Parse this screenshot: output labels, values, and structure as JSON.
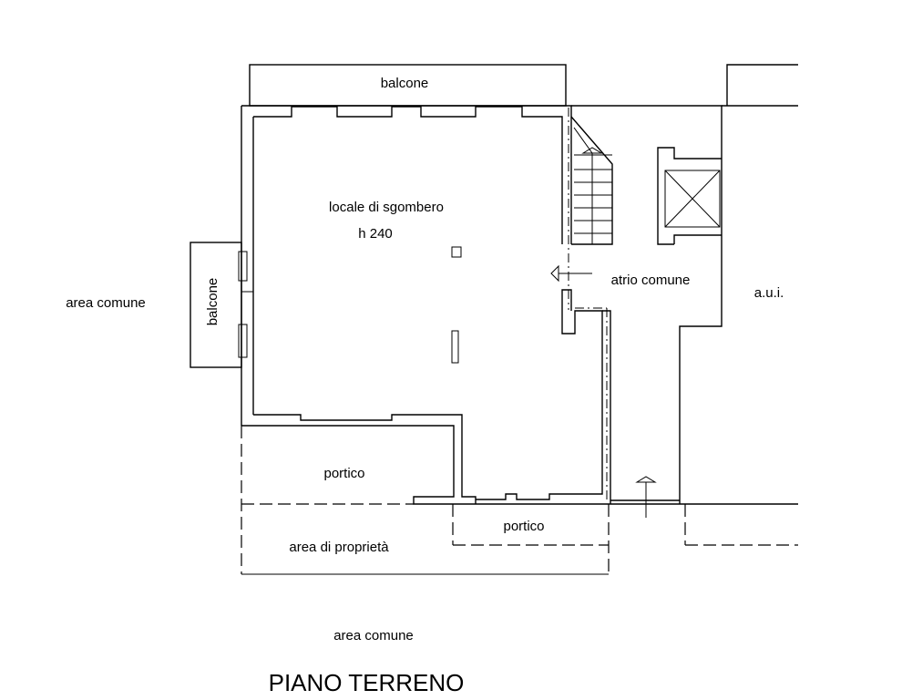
{
  "labels": {
    "balcone_top": "balcone",
    "balcone_left": "balcone",
    "locale": "locale di sgombero",
    "height": "h 240",
    "atrio": "atrio comune",
    "aui": "a.u.i.",
    "area_comune_left": "area comune",
    "portico_left": "portico",
    "portico_bottom": "portico",
    "area_proprieta": "area di proprietà",
    "area_comune_bottom": "area comune"
  },
  "title": "PIANO TERRENO"
}
